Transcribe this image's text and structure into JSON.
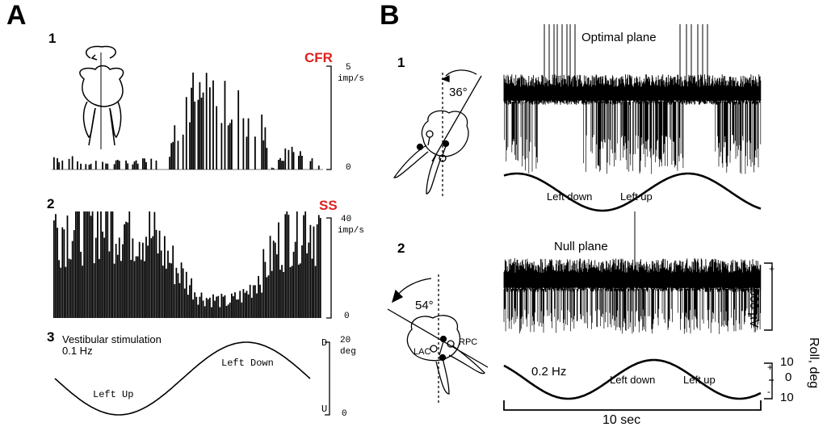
{
  "panelA": {
    "letter": "A",
    "sub1": "1",
    "sub2": "2",
    "sub3": "3",
    "cfr_label": "CFR",
    "cfr_scale_top": "5",
    "cfr_scale_unit": "imp/s",
    "cfr_scale_bottom": "0",
    "ss_label": "SS",
    "ss_scale_top": "40",
    "ss_scale_unit": "imp/s",
    "ss_scale_bottom": "0",
    "stim_title": "Vestibular stimulation",
    "stim_freq": "0.1 Hz",
    "left_up": "Left Up",
    "left_down": "Left Down",
    "deg_top": "20",
    "deg_unit": "deg",
    "deg_bottom": "0",
    "d_label": "D",
    "u_label": "U"
  },
  "panelB": {
    "letter": "B",
    "sub1": "1",
    "sub2": "2",
    "optimal_plane": "Optimal plane",
    "null_plane": "Null plane",
    "angle1": "36°",
    "angle2": "54°",
    "left_down_1": "Left down",
    "left_up_1": "Left up",
    "left_down_2": "Left down",
    "left_up_2": "Left up",
    "freq": "0.2 Hz",
    "voltage_scale": "500 µV",
    "plus": "+",
    "minus": "-",
    "roll_label": "Roll, deg",
    "roll_top": "10",
    "roll_mid": "0",
    "roll_bottom": "10",
    "time_scale": "10 sec",
    "lac": "LAC",
    "rpc": "RPC"
  },
  "colors": {
    "accent_red": "#e02020",
    "ink": "#000000"
  },
  "chart_data": [
    {
      "type": "bar",
      "title": "CFR",
      "ylabel": "imp/s",
      "ylim": [
        0,
        5
      ],
      "x_range": [
        0,
        1
      ],
      "values_profile": [
        [
          0.0,
          0.6
        ],
        [
          0.1,
          0.4
        ],
        [
          0.2,
          0.3
        ],
        [
          0.3,
          0.4
        ],
        [
          0.42,
          0.6
        ],
        [
          0.5,
          3.5
        ],
        [
          0.6,
          3.2
        ],
        [
          0.7,
          2.8
        ],
        [
          0.78,
          2.2
        ],
        [
          0.82,
          0.0
        ],
        [
          0.88,
          0.9
        ],
        [
          0.93,
          0.7
        ],
        [
          1.0,
          0.2
        ]
      ]
    },
    {
      "type": "bar",
      "title": "SS",
      "ylabel": "imp/s",
      "ylim": [
        0,
        40
      ],
      "x_range": [
        0,
        1
      ],
      "values_profile": [
        [
          0.0,
          34
        ],
        [
          0.2,
          37
        ],
        [
          0.35,
          33
        ],
        [
          0.45,
          20
        ],
        [
          0.55,
          8
        ],
        [
          0.65,
          6
        ],
        [
          0.72,
          9
        ],
        [
          0.8,
          20
        ],
        [
          0.88,
          34
        ],
        [
          0.95,
          37
        ],
        [
          1.0,
          32
        ]
      ]
    },
    {
      "type": "line",
      "title": "Vestibular stimulation 0.1 Hz",
      "ylabel": "deg",
      "ylim": [
        0,
        20
      ],
      "x": [
        0,
        0.25,
        0.5,
        0.75,
        1.0
      ],
      "values": [
        10,
        0,
        10,
        20,
        10
      ]
    }
  ]
}
